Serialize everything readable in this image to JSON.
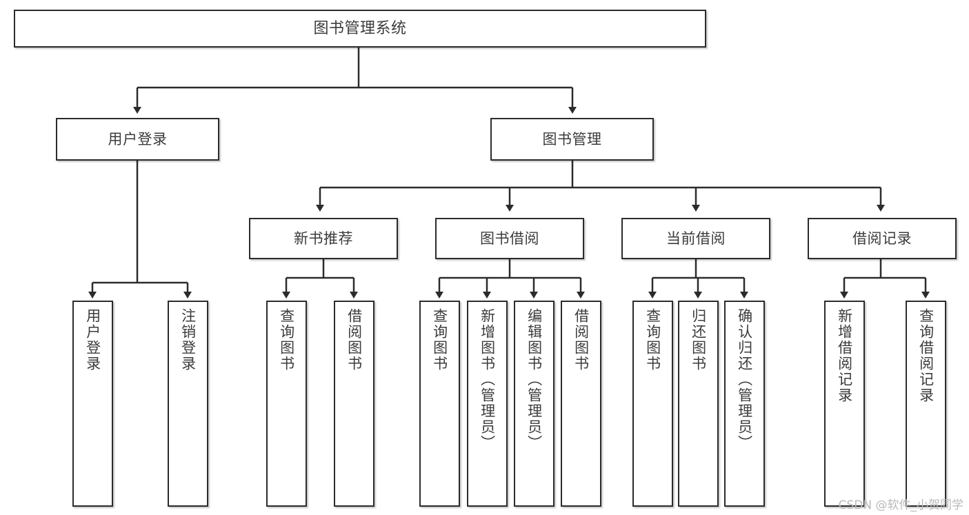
{
  "diagram": {
    "title": "图书管理系统",
    "type": "tree-hierarchy-chart",
    "watermark": "CSDN @软件_小贺同学",
    "colors": {
      "box_border": "#2b2b2b",
      "box_fill": "#ffffff",
      "text": "#3b3b3b",
      "connector": "#2b2b2b",
      "watermark": "#b9b9b9",
      "background": "#ffffff"
    },
    "nodes": {
      "root": {
        "label": "图书管理系统"
      },
      "level2": [
        {
          "label": "用户登录"
        },
        {
          "label": "图书管理"
        }
      ],
      "level3": [
        {
          "label": "新书推荐"
        },
        {
          "label": "图书借阅"
        },
        {
          "label": "当前借阅"
        },
        {
          "label": "借阅记录"
        }
      ],
      "leaves_user_login": [
        {
          "label": "用户登录"
        },
        {
          "label": "注销登录"
        }
      ],
      "leaves_new_book": [
        {
          "label": "查询图书"
        },
        {
          "label": "借阅图书"
        }
      ],
      "leaves_borrow": [
        {
          "label": "查询图书"
        },
        {
          "label": "新增图书（管理员）"
        },
        {
          "label": "编辑图书（管理员）"
        },
        {
          "label": "借阅图书"
        }
      ],
      "leaves_current": [
        {
          "label": "查询图书"
        },
        {
          "label": "归还图书"
        },
        {
          "label": "确认归还（管理员）"
        }
      ],
      "leaves_record": [
        {
          "label": "新增借阅记录"
        },
        {
          "label": "查询借阅记录"
        }
      ]
    }
  }
}
